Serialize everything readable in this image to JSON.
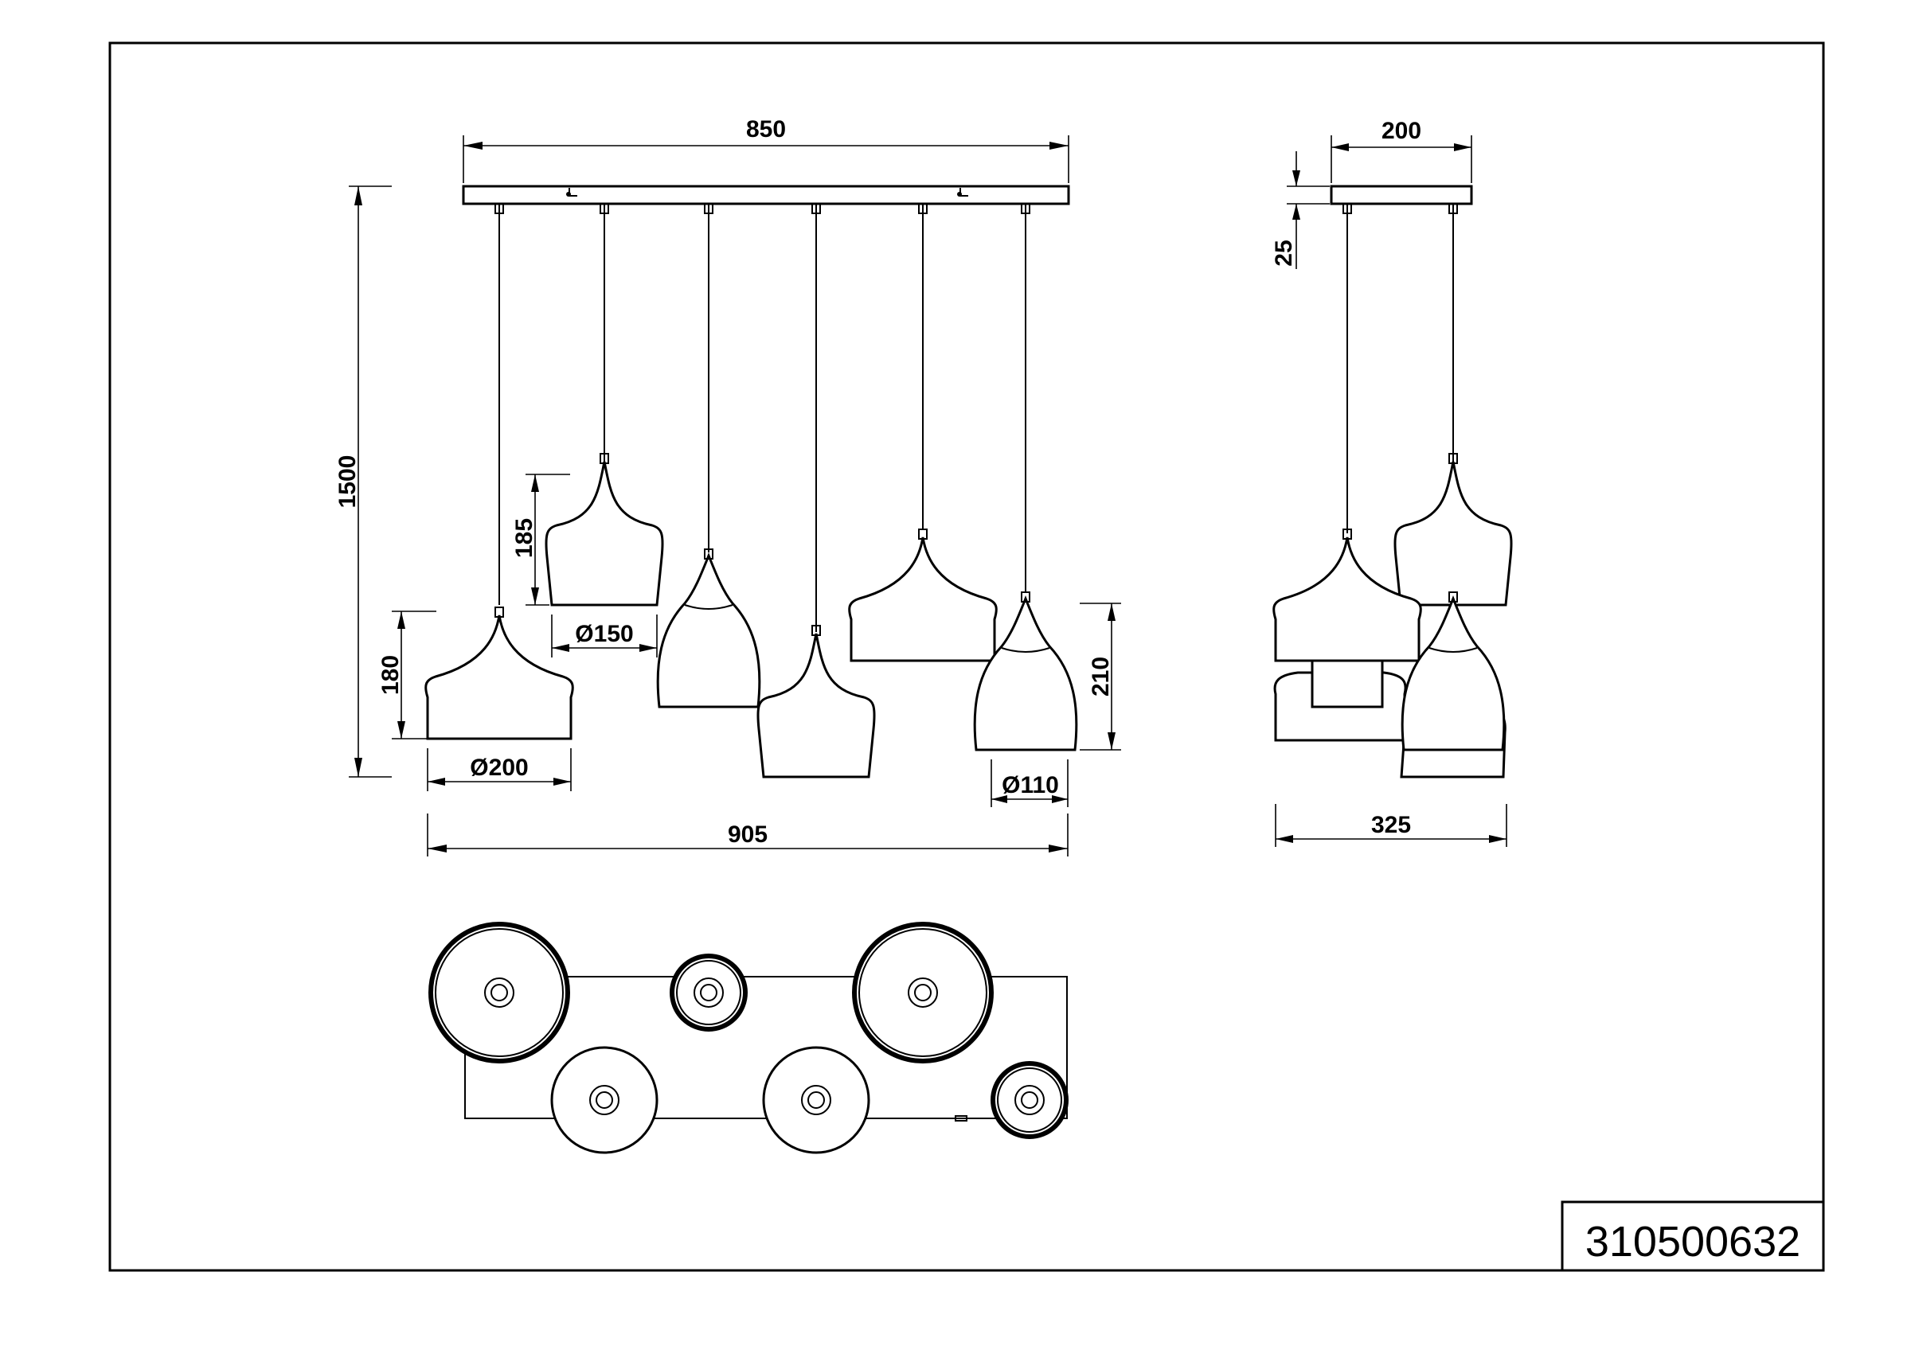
{
  "drawing": {
    "part_number": "310500632",
    "front_view": {
      "canopy_length": "850",
      "overall_height": "1500",
      "overall_width": "905",
      "shade_large": {
        "diameter": "Ø200",
        "height": "180"
      },
      "shade_medium": {
        "diameter": "Ø150",
        "height": "185"
      },
      "shade_small": {
        "diameter": "Ø110",
        "height": "210"
      }
    },
    "side_view": {
      "canopy_depth": "200",
      "canopy_height": "25",
      "overall_depth": "325"
    }
  }
}
